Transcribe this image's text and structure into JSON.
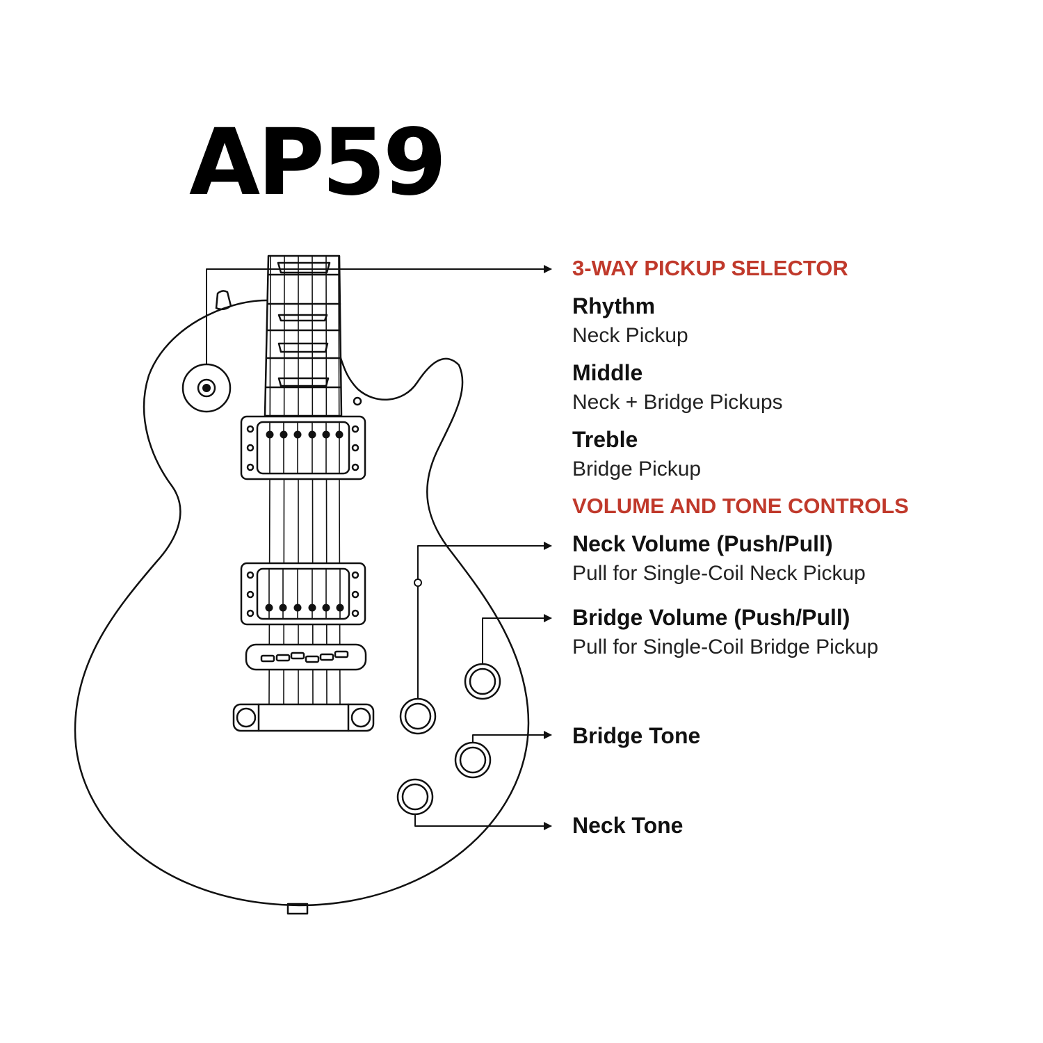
{
  "title": "AP59",
  "colors": {
    "accent": "#c0392b",
    "ink": "#111111",
    "background": "#ffffff"
  },
  "pickup_selector": {
    "heading": "3-WAY PICKUP SELECTOR",
    "positions": [
      {
        "name": "Rhythm",
        "description": "Neck Pickup"
      },
      {
        "name": "Middle",
        "description": "Neck + Bridge Pickups"
      },
      {
        "name": "Treble",
        "description": "Bridge Pickup"
      }
    ]
  },
  "controls": {
    "heading": "VOLUME AND TONE CONTROLS",
    "neck_volume": {
      "name": "Neck Volume (Push/Pull)",
      "description": "Pull for Single-Coil Neck Pickup"
    },
    "bridge_volume": {
      "name": "Bridge Volume (Push/Pull)",
      "description": "Pull for Single-Coil Bridge Pickup"
    },
    "bridge_tone": {
      "name": "Bridge Tone"
    },
    "neck_tone": {
      "name": "Neck Tone"
    }
  }
}
